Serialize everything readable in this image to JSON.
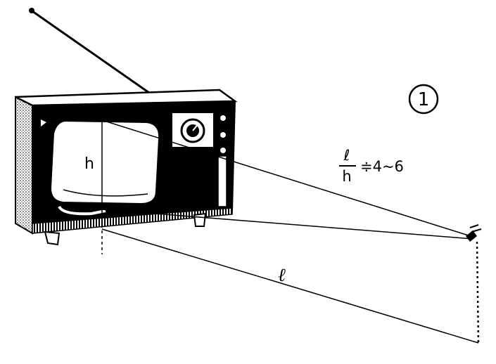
{
  "figure": {
    "number_label": "1",
    "height_label": "h",
    "distance_label": "ℓ",
    "formula": {
      "numerator": "ℓ",
      "denominator": "h",
      "relation": "≑4~6"
    }
  },
  "colors": {
    "ink": "#000000",
    "paper": "#ffffff"
  }
}
